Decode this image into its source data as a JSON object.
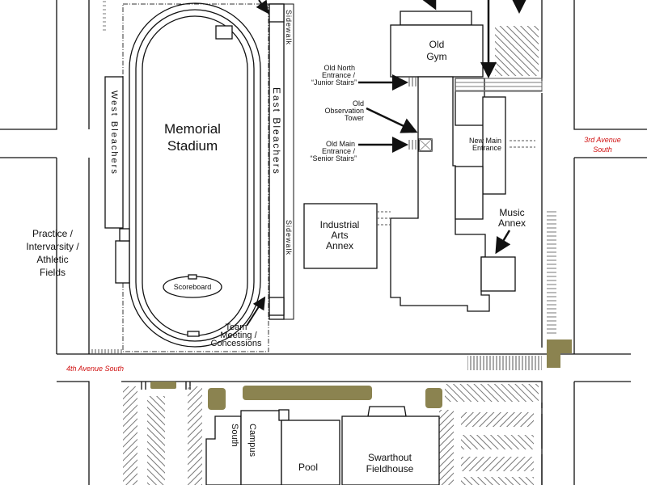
{
  "labels": {
    "memorial_stadium_1": "Memorial",
    "memorial_stadium_2": "Stadium",
    "west_bleachers": "West Bleachers",
    "east_bleachers": "East Bleachers",
    "sidewalk": "Sidewalk",
    "scoreboard": "Scoreboard",
    "team_meeting": [
      "Team",
      "Meeting  /",
      "Concessions"
    ],
    "practice_fields": [
      "Practice /",
      "Intervarsity /",
      "Athletic",
      "Fields"
    ],
    "old_gym": [
      "Old",
      "Gym"
    ],
    "old_north_entrance": [
      "Old North",
      "Entrance /",
      "“Junior Stairs”"
    ],
    "old_observation_tower": [
      "Old",
      "Observation",
      "Tower"
    ],
    "old_main_entrance": [
      "Old Main",
      "Entrance /",
      "“Senior Stairs”"
    ],
    "new_main_entrance": [
      "New Main",
      "Entrance"
    ],
    "industrial_arts_annex": [
      "Industrial",
      "Arts",
      "Annex"
    ],
    "music_annex": [
      "Music",
      "Annex"
    ],
    "third_avenue": [
      "3rd Avenue",
      "South"
    ],
    "fourth_avenue": "4th Avenue South",
    "south_campus": "South Campus",
    "pool": "Pool",
    "swarthout": [
      "Swarthout",
      "Fieldhouse"
    ]
  },
  "colors": {
    "street_label": "#d01010",
    "landscape": "#8b8350"
  }
}
